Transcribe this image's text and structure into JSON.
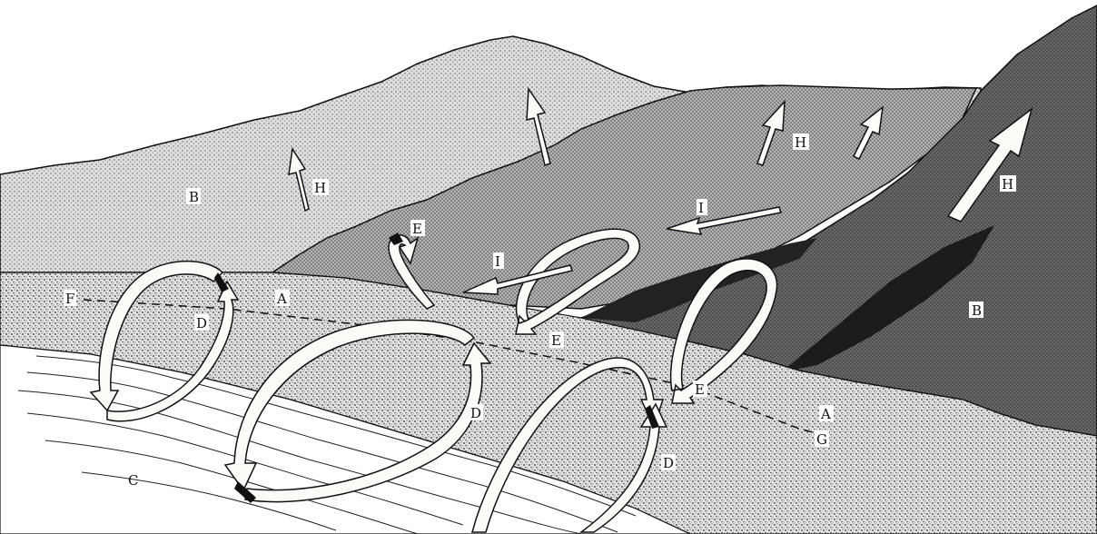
{
  "labels": {
    "A": "A",
    "B": "B",
    "C": "C",
    "D": "D",
    "E": "E",
    "F": "F",
    "G": "G",
    "H": "H",
    "I": "I"
  },
  "colors": {
    "sky": "#ffffff",
    "far_hill": "#cfcfcf",
    "mid_slope": "#a7a7a7",
    "cliff": "#6f6f6f",
    "cliff_shadow": "#2a2a2a",
    "beach": "#d9d9d9",
    "water": "#ffffff",
    "arrow_fill": "#fbfbf7",
    "ink": "#111111"
  }
}
